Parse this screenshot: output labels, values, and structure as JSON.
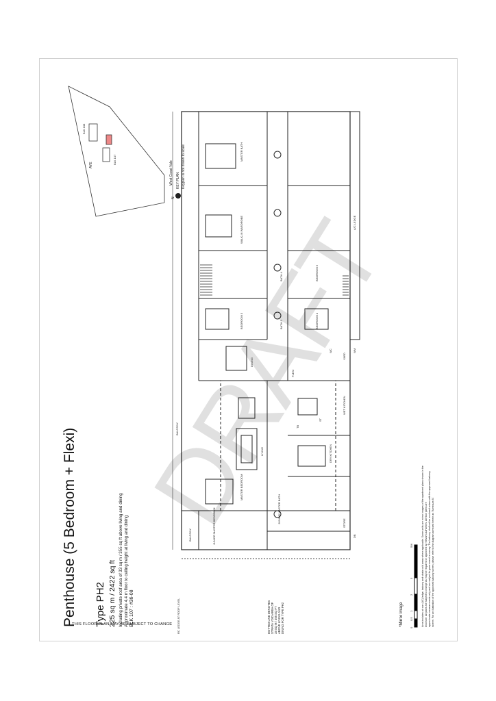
{
  "title": "Penthouse (5 Bedroom + Flexi)",
  "unit_type": "Type PH2",
  "area": "225 sq m / 2422 sq ft",
  "notes_lines": [
    "Including private roof area of 33 sq m / 355 sq ft above living and dining",
    "Approximate 4.4 m floor to ceiling height at living and dining",
    "BLK 107 : #36-08"
  ],
  "change_notice": "THIS FLOOR PLAN MAY BE SUBJECT TO CHANGE",
  "watermark": "DRAFT",
  "dotted_note": [
    "DOTTED LINE DENOTES",
    "STRATA VOID AREA OF",
    "33 SQ M / 355 SQ FT",
    "ABOVE LIVING AND",
    "DINING FOR TYPE PH2"
  ],
  "rc_ledge": "RC LEDGE AT ROOF LEVEL",
  "mirror": "*Mirror Image",
  "scale_ticks": [
    "0",
    "0.5",
    "1",
    "2",
    "3",
    "5M"
  ],
  "disclaimer": [
    "Area includes air con (AC) ledge, balcony and strata void areas where applicable. Some units are mirror images of the apartment plans shown in the",
    "brochure. All plans are subject to change as may be required or approved by relevant authorities. All floor plans are",
    "approximate measurements only and are subject to government re-survey. The balcony shall not be enclosed unless with the approved balcony",
    "screen. For an illustration of the approved balcony screen, please refer to the diagram annexed herein as \"Annexure A\"."
  ],
  "rooms": {
    "master_bedroom": "MASTER BEDROOM",
    "master_bath": "MASTER BATH",
    "walk_in_wardrobe": "WALK-IN WARDROBE",
    "bedroom_3": "BEDROOM 3",
    "bath_3": "BATH 3",
    "bath_4": "BATH 4",
    "bedroom_4": "BEDROOM 4",
    "bedroom_5": "BEDROOM 5",
    "ac_ledge": "A/C LEDGE",
    "dining": "DINING",
    "living": "LIVING",
    "balcony_main": "BALCONY",
    "balcony_small": "BALCONY",
    "dry_kitchen": "DRY KITCHEN",
    "wet_kitchen": "WET KITCHEN",
    "flexi": "FLEXI",
    "yard": "YARD",
    "wc": "WC",
    "wm": "WM",
    "tb": "TB",
    "st": "ST",
    "store": "STORE",
    "db": "DB",
    "junior_master_bedroom": "JUNIOR MASTER BEDROOM",
    "junior_master_bath": "JUNIOR MASTER BATH"
  },
  "key_plan": {
    "label": "KEY PLAN",
    "note": "Keyplan is not drawn to scale",
    "north": "N",
    "road_1": "West Coast Vale",
    "road_2": "AYE",
    "blk_107": "BLK 107",
    "blk_108": "BLK 108"
  }
}
